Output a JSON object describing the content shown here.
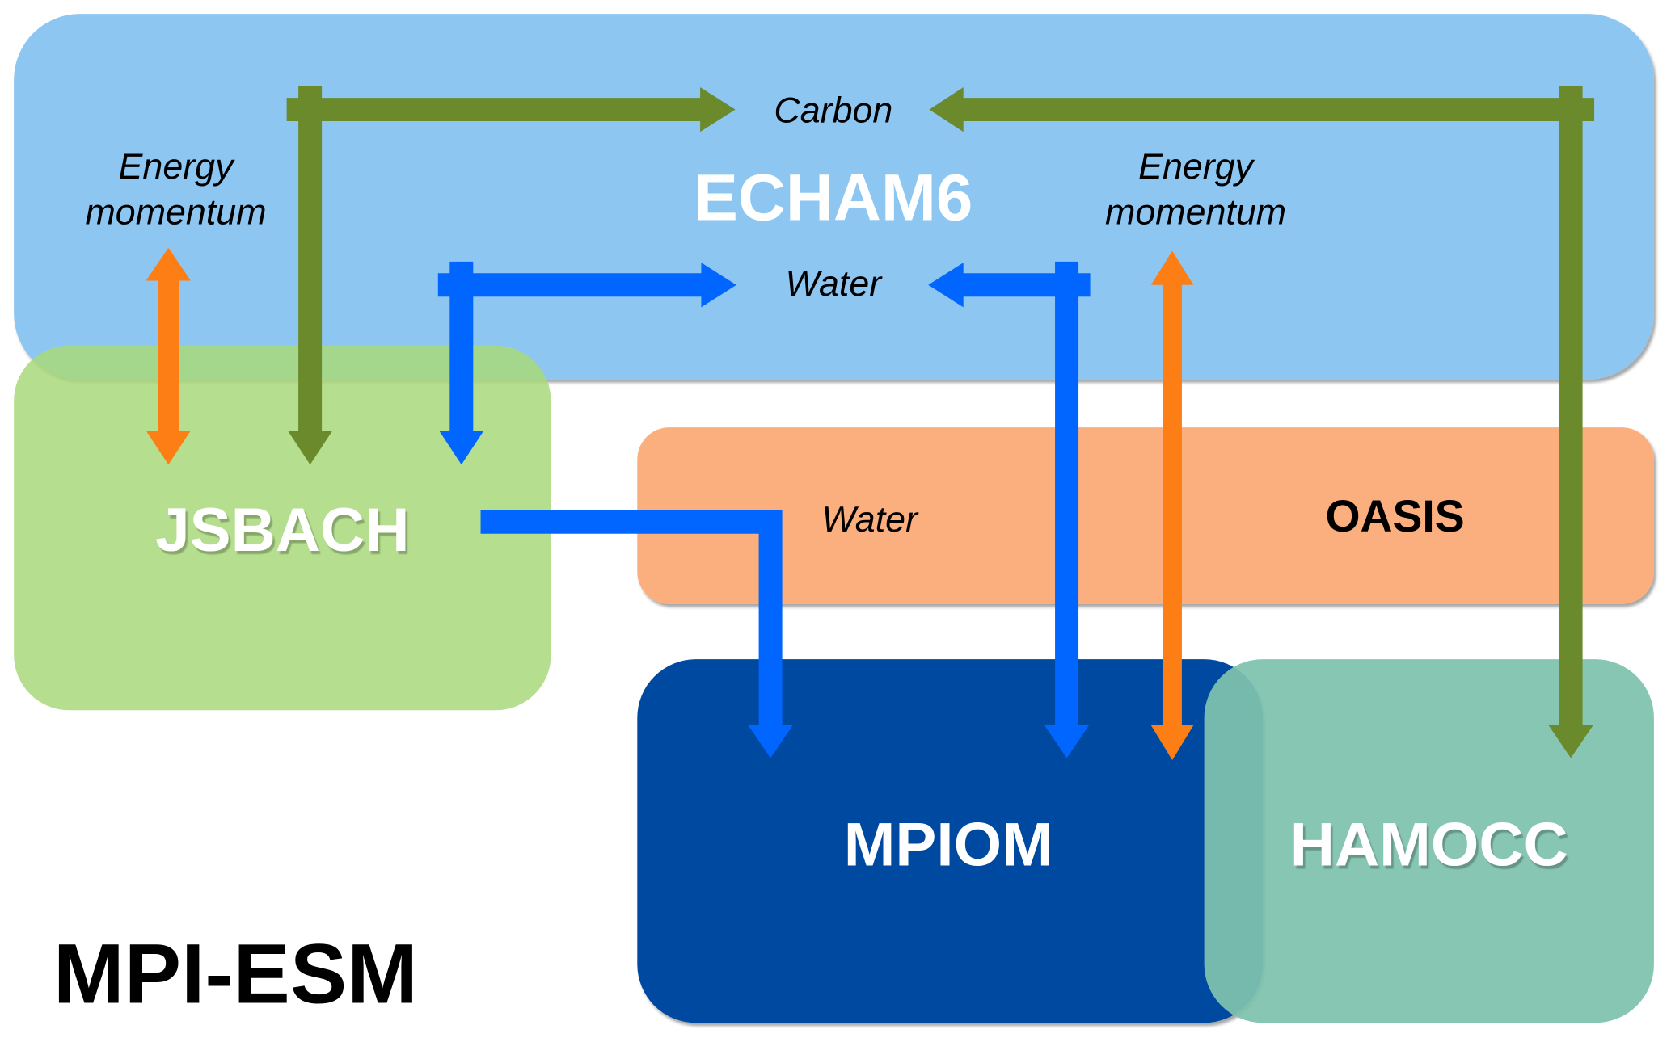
{
  "title": "MPI-ESM",
  "components": {
    "echam6": {
      "label": "ECHAM6",
      "fill": "#8EC6F2",
      "text_color": "#FFFFFF"
    },
    "jsbach": {
      "label": "JSBACH",
      "fill": "#A8D87A",
      "text_color": "#FFFFFF"
    },
    "oasis": {
      "label": "OASIS",
      "fill": "#FBAF7E",
      "text_color": "#000000"
    },
    "mpiom": {
      "label": "MPIOM",
      "fill": "#0449A0",
      "text_color": "#FFFFFF"
    },
    "hamocc": {
      "label": "HAMOCC",
      "fill": "#7FC2AE",
      "text_color": "#FFFFFF"
    }
  },
  "flux_labels": {
    "carbon": "Carbon",
    "water_atmos": "Water",
    "water_oasis": "Water",
    "energy_left_line1": "Energy",
    "energy_left_line2": "momentum",
    "energy_right_line1": "Energy",
    "energy_right_line2": "momentum"
  },
  "flux_colors": {
    "carbon": "#6A8A2C",
    "water": "#0066FF",
    "energy": "#FC7E14"
  },
  "connections": [
    {
      "id": "jsbach-echam-energy",
      "from": "JSBACH",
      "to": "ECHAM6",
      "flux": "Energy momentum",
      "direction": "both"
    },
    {
      "id": "echam-jsbach-carbon",
      "from": "JSBACH",
      "to": "ECHAM6",
      "flux": "Carbon",
      "direction": "both"
    },
    {
      "id": "echam-jsbach-water",
      "from": "JSBACH",
      "to": "ECHAM6",
      "flux": "Water",
      "direction": "both"
    },
    {
      "id": "jsbach-mpiom-water",
      "from": "JSBACH",
      "to": "MPIOM",
      "flux": "Water",
      "direction": "to"
    },
    {
      "id": "mpiom-echam-water",
      "from": "MPIOM",
      "to": "ECHAM6",
      "flux": "Water",
      "direction": "both"
    },
    {
      "id": "mpiom-echam-energy",
      "from": "MPIOM",
      "to": "ECHAM6",
      "flux": "Energy momentum",
      "direction": "both"
    },
    {
      "id": "hamocc-echam-carbon",
      "from": "HAMOCC",
      "to": "ECHAM6",
      "flux": "Carbon",
      "direction": "both"
    }
  ]
}
